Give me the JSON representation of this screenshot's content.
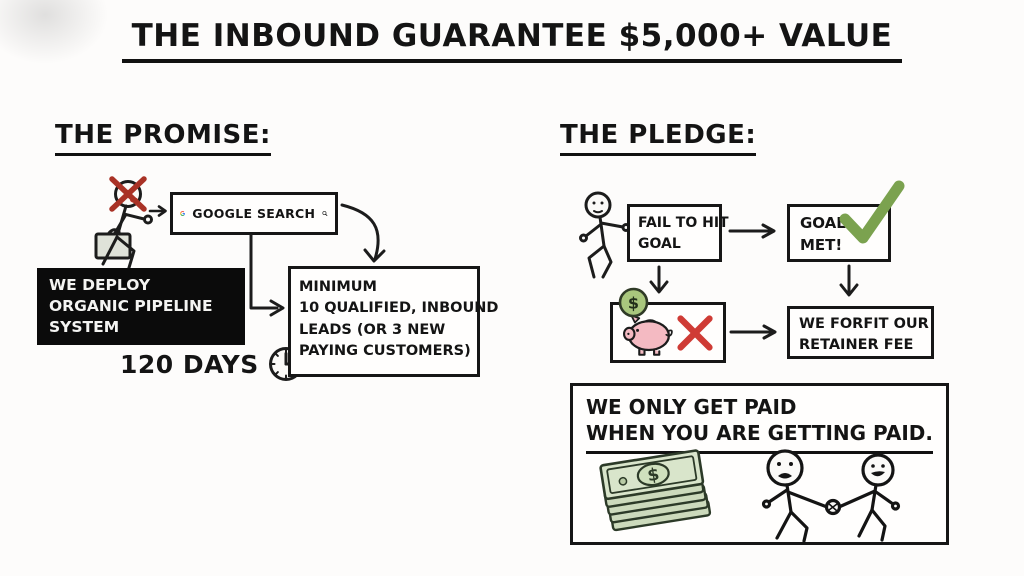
{
  "title": "THE INBOUND GUARANTEE $5,000+ VALUE",
  "promise": {
    "heading": "THE PROMISE:",
    "search_box": {
      "label": "GOOGLE SEARCH"
    },
    "deploy_box": {
      "line1": "WE DEPLOY",
      "line2": "ORGANIC PIPELINE",
      "line3": "SYSTEM"
    },
    "duration": "120 DAYS",
    "minimum_box": {
      "line1": "MINIMUM",
      "line2": "10 QUALIFIED, INBOUND",
      "line3": "LEADS (OR 3 NEW",
      "line4": "PAYING CUSTOMERS)"
    }
  },
  "pledge": {
    "heading": "THE PLEDGE:",
    "fail_box": {
      "line1": "FAIL TO HIT",
      "line2": "GOAL"
    },
    "goal_met_box": {
      "line1": "GOAL",
      "line2": "MET!"
    },
    "coin_symbol": "$",
    "money_symbol": "$",
    "forfeit_box": {
      "line1": "WE FORFIT OUR",
      "line2": "RETAINER FEE"
    },
    "payment_box": {
      "line1": "WE ONLY GET PAID",
      "line2": "WHEN YOU ARE GETTING PAID."
    }
  },
  "colors": {
    "background": "#fcfbfa",
    "ink": "#141414",
    "dark_red_x": "#a93226",
    "bright_red_x": "#cf3b35",
    "check_green": "#7ba24f",
    "coin_green": "#a9c77d",
    "pig_pink": "#f4bac2",
    "money_green": "#d9e5cb",
    "google_blue": "#4285F4",
    "google_red": "#EA4335",
    "google_yellow": "#FBBC05",
    "google_green": "#34A853"
  }
}
